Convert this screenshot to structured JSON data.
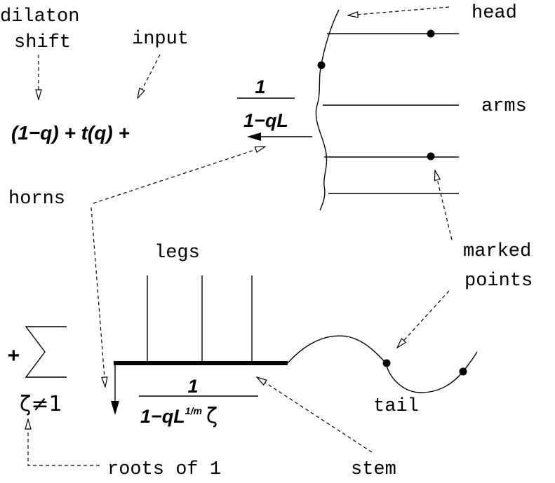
{
  "labels": {
    "dilaton_line1": "dilaton",
    "dilaton_line2": "shift",
    "input": "input",
    "head": "head",
    "arms": "arms",
    "horns": "horns",
    "legs": "legs",
    "marked_line1": "marked",
    "marked_line2": "points",
    "tail": "tail",
    "stem": "stem",
    "roots": "roots of 1"
  },
  "formulas": {
    "series": "(1−q) + t(q) +",
    "arm_numerator": "1",
    "arm_denominator": "1−qL",
    "plus": "+",
    "sum_index": "ζ≠1",
    "stem_numerator": "1",
    "stem_denom_base": "1−qL",
    "stem_denom_exp": "1/m",
    "stem_denom_zeta": "ζ"
  }
}
